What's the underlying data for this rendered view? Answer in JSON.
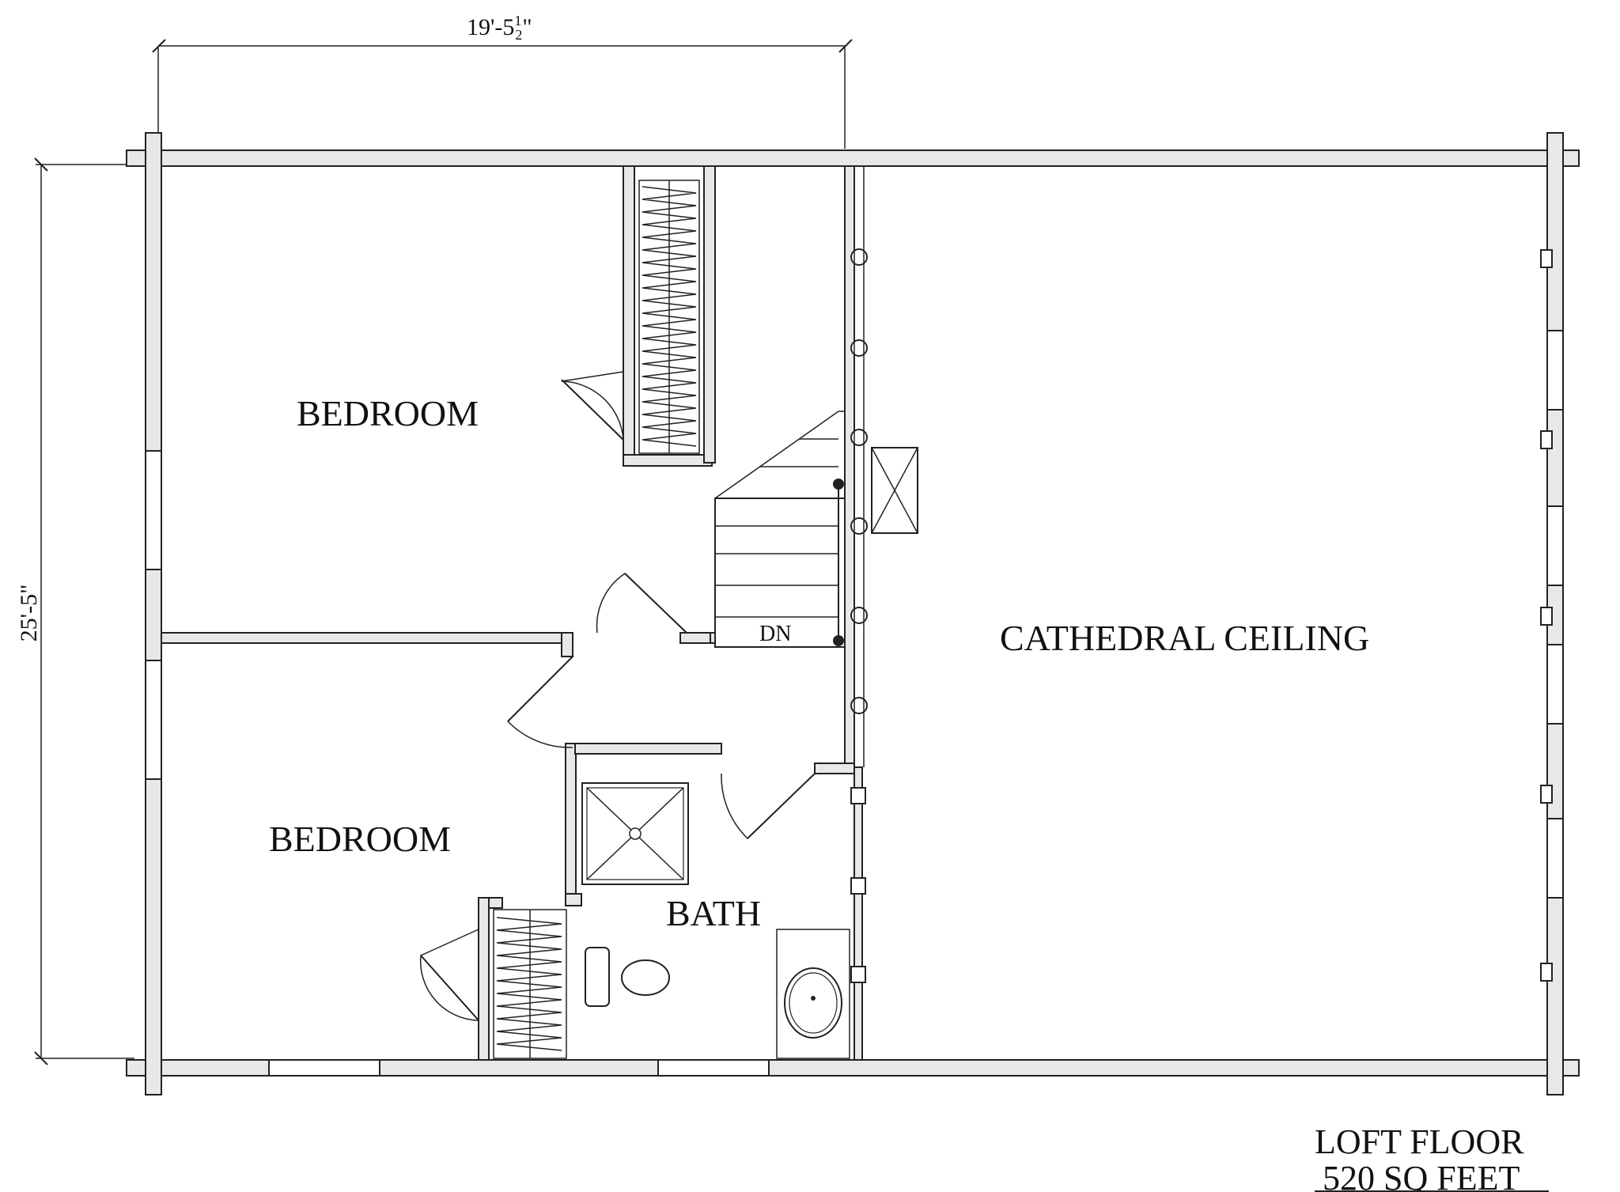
{
  "plan": {
    "rooms": {
      "bedroom_upper": "BEDROOM",
      "bedroom_lower": "BEDROOM",
      "bath": "BATH",
      "cathedral": "CATHEDRAL CEILING"
    },
    "stair_label": "DN",
    "dimensions": {
      "width_whole": "19'-5",
      "width_fraction_num": "1",
      "width_fraction_den": "2",
      "width_inch_mark": "\"",
      "height": "25'-5\""
    },
    "title": {
      "line1": "LOFT FLOOR",
      "line2": "520 SQ FEET"
    }
  }
}
